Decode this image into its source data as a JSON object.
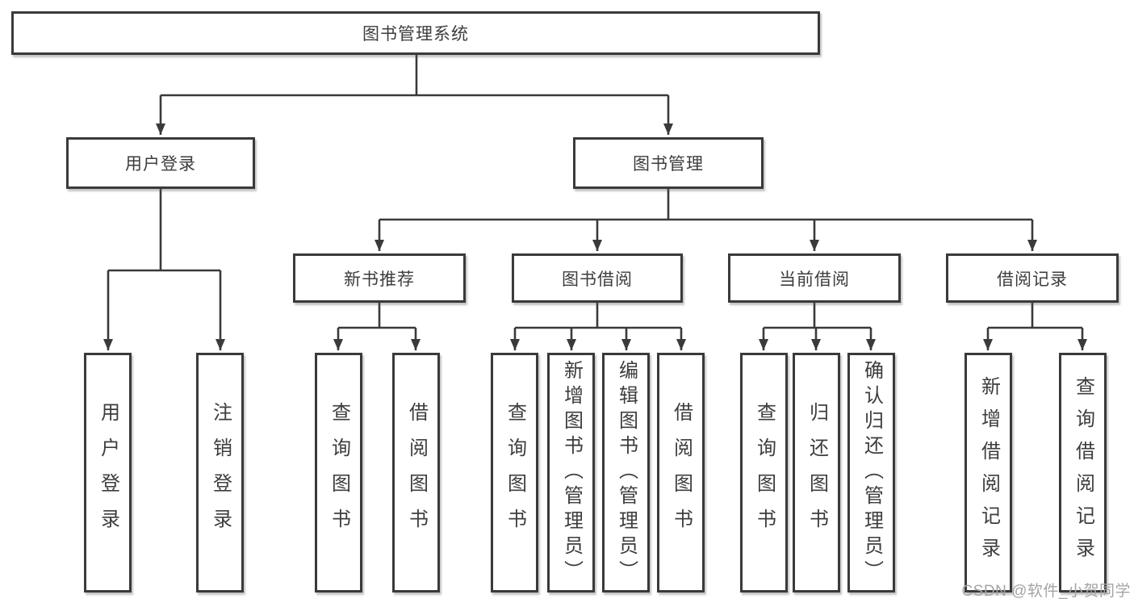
{
  "tree": {
    "root": "图书管理系统",
    "children": [
      {
        "label": "用户登录",
        "children": [
          "用户登录",
          "注销登录"
        ]
      },
      {
        "label": "图书管理",
        "children": [
          {
            "label": "新书推荐",
            "children": [
              "查询图书",
              "借阅图书"
            ]
          },
          {
            "label": "图书借阅",
            "children": [
              "查询图书",
              "新增图书（管理员）",
              "编辑图书（管理员）",
              "借阅图书"
            ]
          },
          {
            "label": "当前借阅",
            "children": [
              "查询图书",
              "归还图书",
              "确认归还（管理员）"
            ]
          },
          {
            "label": "借阅记录",
            "children": [
              "新增借阅记录",
              "查询借阅记录"
            ]
          }
        ]
      }
    ]
  },
  "watermark": "CSDN @软件_小贺同学",
  "colors": {
    "line": "#3a3a3a",
    "text": "#3d3d3d",
    "watermark": "#a4a4a4",
    "background": "#ffffff"
  }
}
